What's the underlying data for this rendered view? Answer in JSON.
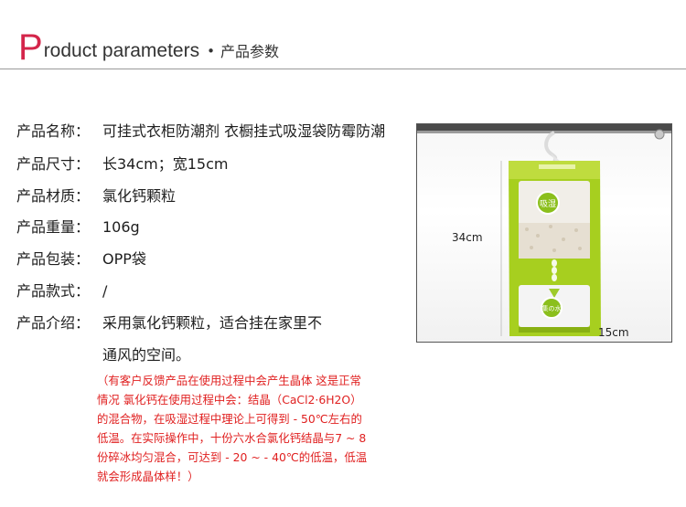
{
  "header": {
    "initial": "P",
    "rest": "roduct parameters",
    "separator": "•",
    "subtitle": "产品参数"
  },
  "params": [
    {
      "label": "产品名称：",
      "value": "可挂式衣柜防潮剂 衣橱挂式吸湿袋防霉防潮"
    },
    {
      "label": "产品尺寸：",
      "value": "长34cm；宽15cm"
    },
    {
      "label": "产品材质：",
      "value": "氯化钙颗粒"
    },
    {
      "label": "产品重量：",
      "value": "106g"
    },
    {
      "label": "产品包装：",
      "value": "OPP袋"
    },
    {
      "label": "产品款式：",
      "value": "/"
    },
    {
      "label": "产品介绍：",
      "value": "采用氯化钙颗粒，适合挂在家里不"
    }
  ],
  "intro_continued": "通风的空间。",
  "note_lines": [
    "（有客户反馈产品在使用过程中会产生晶体 这是正常",
    "情况  氯化钙在使用过程中会：结晶（CaCl2·6H2O）",
    "的混合物，在吸湿过程中理论上可得到 - 50℃左右的",
    "低温。在实际操作中，十份六水合氯化钙结晶与7 ~ 8",
    "份碎冰均匀混合，可达到 - 20 ~ - 40℃的低温，低温",
    "就会形成晶体样！）"
  ],
  "product_image": {
    "height_label": "34cm",
    "width_label": "15cm",
    "bag_upper_text": "吸湿",
    "bag_lower_text": "集の水",
    "colors": {
      "bag_green": "#a7cf1f",
      "bag_green_dark": "#88b012",
      "accent_red": "#d4254a",
      "note_red": "#e02020"
    }
  }
}
